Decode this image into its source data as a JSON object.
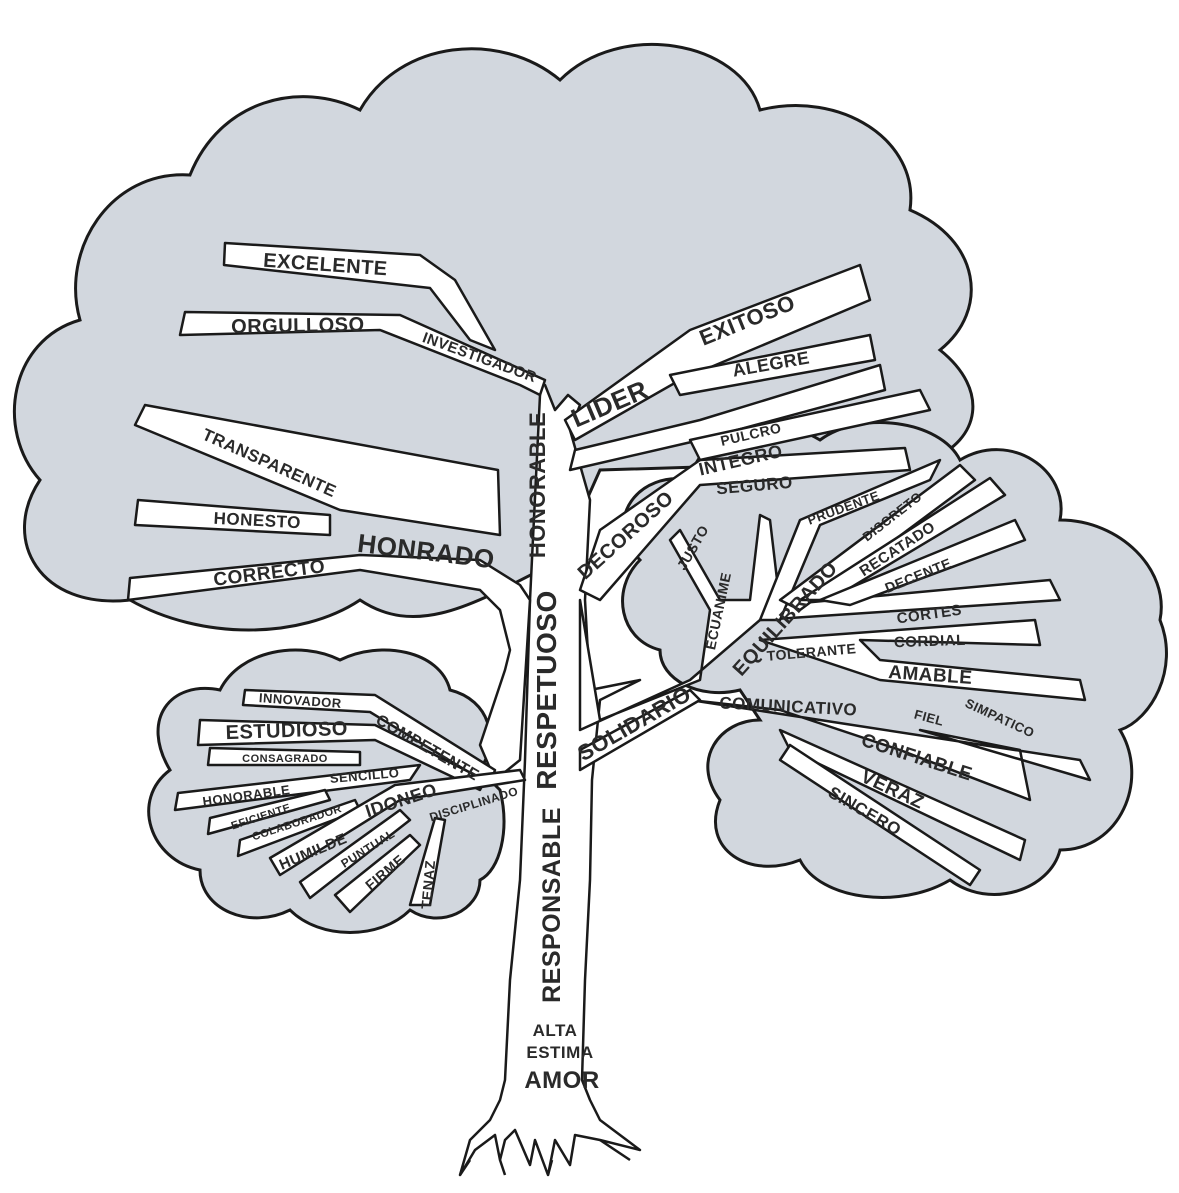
{
  "labels": {
    "excelente": "EXCELENTE",
    "orgulloso": "ORGULLOSO",
    "investigador": "INVESTIGADOR",
    "transparente": "TRANSPARENTE",
    "honesto": "HONESTO",
    "honrado": "HONRADO",
    "correcto": "CORRECTO",
    "honorable_trunk": "HONORABLE",
    "lider": "LIDER",
    "exitoso": "EXITOSO",
    "alegre": "ALEGRE",
    "pulcro": "PULCRO",
    "integro": "INTEGRO",
    "seguro": "SEGURO",
    "decoroso": "DECOROSO",
    "justo": "JUSTO",
    "ecuanime": "ECUANIME",
    "prudente": "PRUDENTE",
    "discreto": "DISCRETO",
    "recatado": "RECATADO",
    "decente": "DECENTE",
    "equilibrado": "EQUILIBRADO",
    "tolerante": "TOLERANTE",
    "cortes": "CORTES",
    "cordial": "CORDIAL",
    "amable": "AMABLE",
    "simpatico": "SIMPATICO",
    "solidario": "SOLIDARIO",
    "comunicativo": "COMUNICATIVO",
    "fiel": "FIEL",
    "confiable": "CONFIABLE",
    "veraz": "VERAZ",
    "sincero": "SINCERO",
    "respetuoso": "RESPETUOSO",
    "responsable": "RESPONSABLE",
    "innovador": "INNOVADOR",
    "estudioso": "ESTUDIOSO",
    "competente": "COMPETENTE",
    "consagrado": "CONSAGRADO",
    "honorable_small": "HONORABLE",
    "sencillo": "SENCILLO",
    "eficiente": "EFICIENTE",
    "colaborador": "COLABORADOR",
    "idoneo": "IDONEO",
    "humilde": "HUMILDE",
    "disciplinado": "DISCIPLINADO",
    "puntual": "PUNTUAL",
    "firme": "FIRME",
    "tenaz": "TENAZ",
    "alta": "ALTA",
    "estima": "ESTIMA",
    "amor": "AMOR"
  }
}
